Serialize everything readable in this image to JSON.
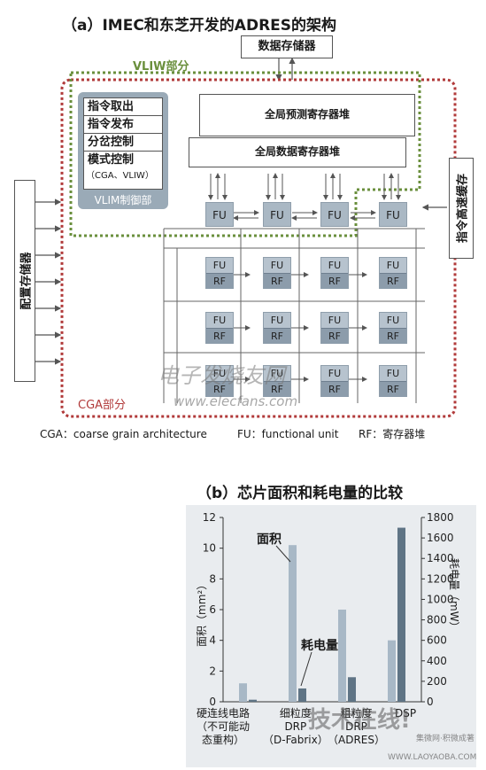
{
  "diagram_a": {
    "title": "（a）IMEC和东芝开发的ADRES的架构",
    "data_memory": "数据存储器",
    "vliw_label": "VLIW部分",
    "cga_label": "CGA部分",
    "global_predict_rf": "全局预测寄存器堆",
    "global_data_rf": "全局数据寄存器堆",
    "control_items": [
      "指令取出",
      "指令发布",
      "分岔控制",
      "模式控制"
    ],
    "control_sub": "（CGA、VLIW）",
    "control_caption": "VLIM制御部",
    "config_memory": "配置存储器",
    "instr_cache": "指令高速缓存",
    "fu": "FU",
    "rf": "RF",
    "legend_cga": "CGA：coarse grain architecture",
    "legend_fu": "FU：functional unit",
    "legend_rf": "RF：寄存器堆",
    "watermark_cn": "电子发烧友网",
    "watermark_url": "www.elecfans.com",
    "colors": {
      "vliw_border": "#6a8f3c",
      "cga_border": "#b13a3a",
      "ctrl_bg": "#9aaab7",
      "fu_bg": "#aab8c4",
      "rf_bg": "#8c9cab"
    }
  },
  "chart_b": {
    "title": "（b）芯片面积和耗电量的比较",
    "annotation_area": "面积",
    "annotation_power": "耗电量",
    "ylabel_left": "面积（mm²）",
    "ylabel_right": "耗电量（mW）",
    "left_ticks": [
      "12",
      "10",
      "8",
      "6",
      "4",
      "2",
      "0"
    ],
    "right_ticks": [
      "1800",
      "1600",
      "1400",
      "1200",
      "1000",
      "800",
      "600",
      "400",
      "200",
      "0"
    ],
    "categories": [
      "硬连线电路\n（不可能动\n态重构）",
      "细粒度\nDRP\n（D-Fabrix）",
      "粗粒度\nDRP\n（ADRES）",
      "DSP"
    ],
    "watermark": "技术在线!",
    "watermark_sub": "集微网·积微成著",
    "watermark_url": "WWW.LAOYAOBA.COM",
    "colors": {
      "area": "#a8b8c6",
      "power": "#5f7485",
      "bg": "#e9ecef"
    }
  },
  "chart_data": {
    "type": "bar",
    "title": "（b）芯片面积和耗电量的比较",
    "categories": [
      "硬连线电路（不可能动态重构）",
      "细粒度DRP（D-Fabrix）",
      "粗粒度DRP（ADRES）",
      "DSP"
    ],
    "series": [
      {
        "name": "面积",
        "axis": "left",
        "values": [
          1.2,
          10.2,
          6.0,
          4.0
        ]
      },
      {
        "name": "耗电量",
        "axis": "right",
        "values": [
          20,
          130,
          240,
          1700
        ]
      }
    ],
    "ylabel": "面积（mm²）",
    "y2label": "耗电量（mW）",
    "ylim": [
      0,
      12
    ],
    "y2lim": [
      0,
      1800
    ],
    "grid": false
  }
}
